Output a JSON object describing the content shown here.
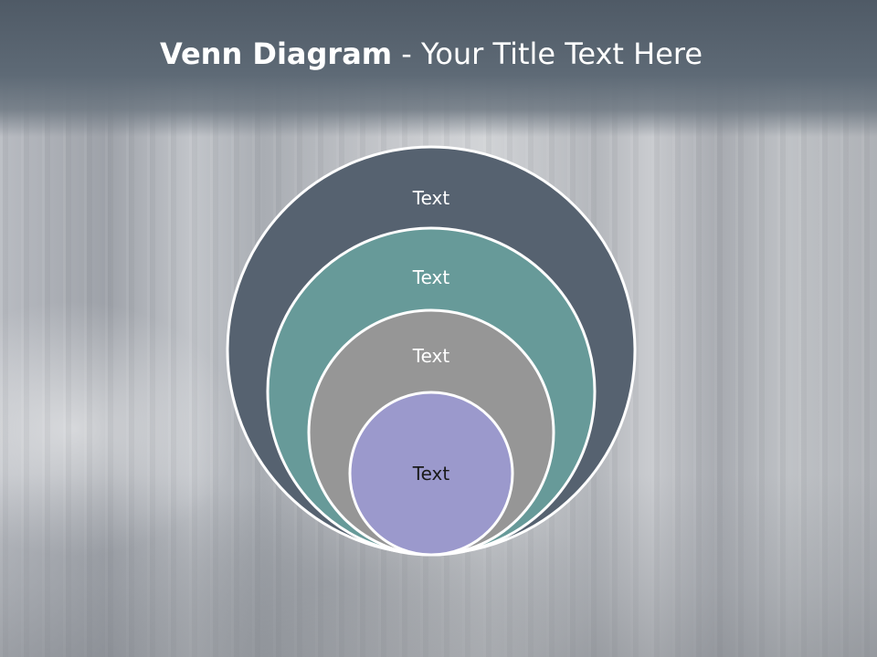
{
  "slide": {
    "title_bold": "Venn Diagram",
    "title_rest": " - Your Title Text Here"
  },
  "venn": {
    "circles": [
      {
        "label": "Text",
        "fill": "#566270",
        "text_color": "#ffffff"
      },
      {
        "label": "Text",
        "fill": "#679a99",
        "text_color": "#ffffff"
      },
      {
        "label": "Text",
        "fill": "#969696",
        "text_color": "#ffffff"
      },
      {
        "label": "Text",
        "fill": "#9b99cc",
        "text_color": "#1a1a1a"
      }
    ],
    "stroke": "#ffffff"
  }
}
